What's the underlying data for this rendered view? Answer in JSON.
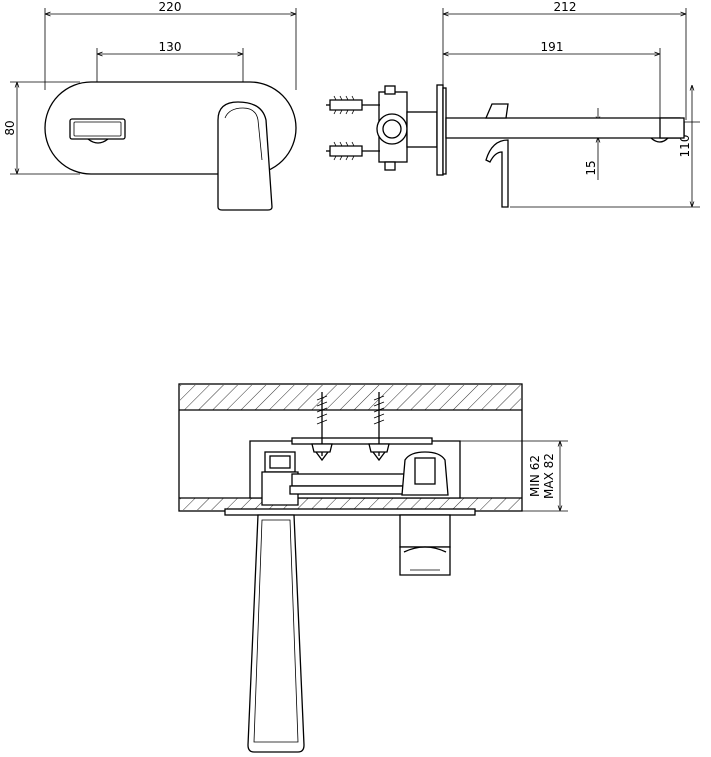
{
  "front_view": {
    "width_label": "220",
    "centers_label": "130",
    "height_label": "80"
  },
  "side_view": {
    "depth_label": "212",
    "spout_reach_label": "191",
    "spout_height_label": "15",
    "total_height_label": "110"
  },
  "install_view": {
    "min_depth_label": "MIN 62",
    "max_depth_label": "MAX 82"
  }
}
